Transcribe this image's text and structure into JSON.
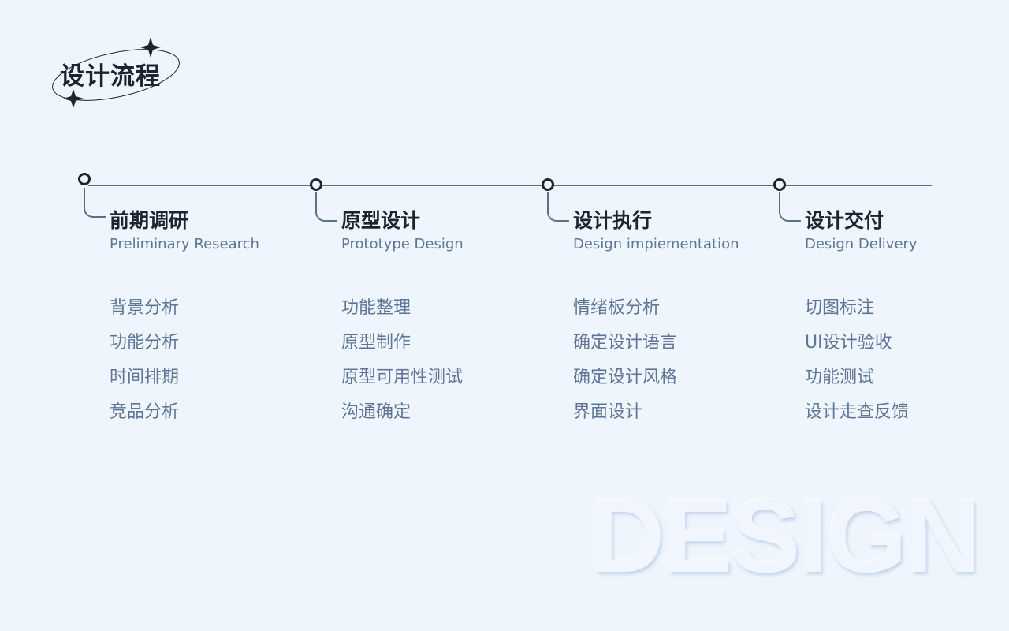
{
  "header": {
    "title": "设计流程",
    "decor_icons": [
      "sparkle-star-icon",
      "orbit-ellipse"
    ]
  },
  "stages": [
    {
      "title": "前期调研",
      "subtitle": "Preliminary Research",
      "items": [
        "背景分析",
        "功能分析",
        "时间排期",
        "竞品分析"
      ]
    },
    {
      "title": "原型设计",
      "subtitle": "Prototype Design",
      "items": [
        "功能整理",
        "原型制作",
        "原型可用性测试",
        "沟通确定"
      ]
    },
    {
      "title": "设计执行",
      "subtitle": "Design impiementation",
      "items": [
        "情绪板分析",
        "确定设计语言",
        "确定设计风格",
        "界面设计"
      ]
    },
    {
      "title": "设计交付",
      "subtitle": "Design Delivery",
      "items": [
        "切图标注",
        "UI设计验收",
        "功能测试",
        "设计走查反馈"
      ]
    }
  ],
  "watermark": "DESIGN",
  "colors": {
    "background": "#eff5fd",
    "title": "#1d2430",
    "subtitle": "#5e7596",
    "line": "#5e7186"
  }
}
